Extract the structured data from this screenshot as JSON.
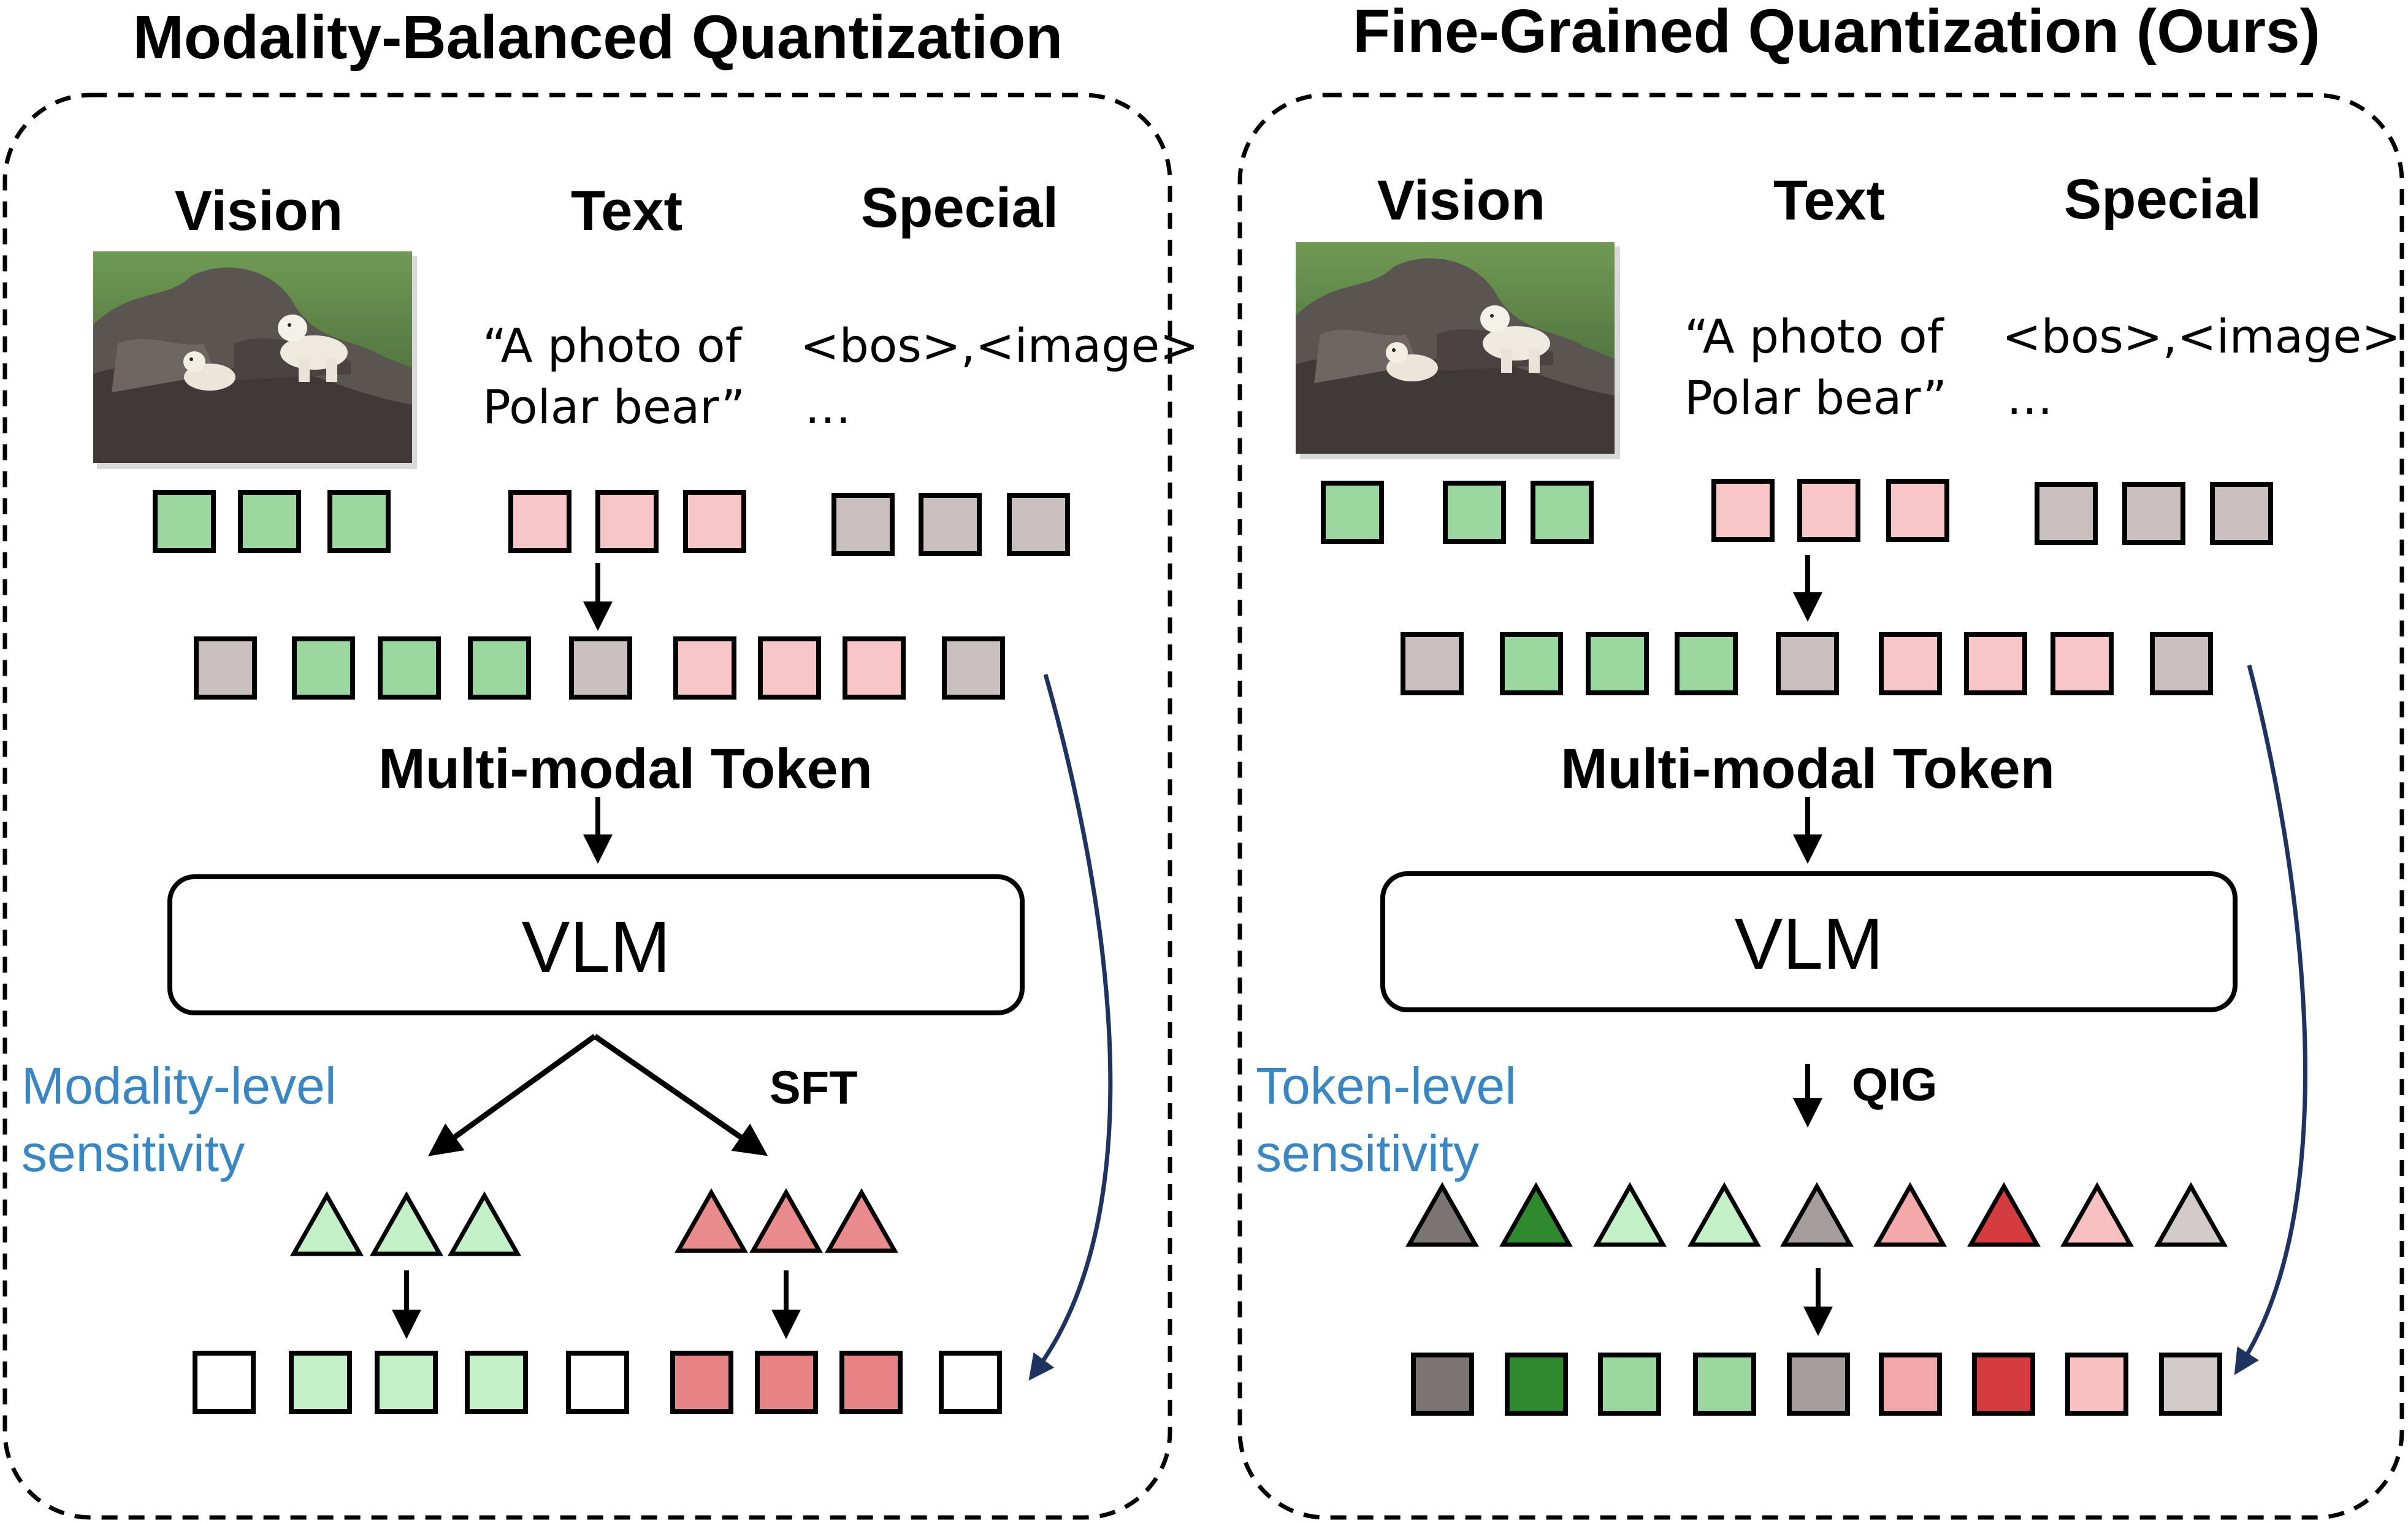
{
  "colors": {
    "vision": "#9bd89f",
    "text": "#f9c6c8",
    "special": "#c9bfbf",
    "frame": "#000000",
    "sensitivity_label": "#3a86c2",
    "curve": "#1f3360"
  },
  "left": {
    "title": "Modality-Balanced Quantization",
    "headers": {
      "vision": "Vision",
      "text": "Text",
      "special": "Special"
    },
    "quote_line1": "“A photo of",
    "quote_line2": "Polar bear”",
    "special_line1": "<bos>,<image>",
    "special_line2": "…",
    "token_label": "Multi-modal Token",
    "model": "VLM",
    "level_line1": "Modality-level",
    "level_line2": "sensitivity",
    "method": "SFT",
    "triangle_colors": [
      "#c3f0c6",
      "#c3f0c6",
      "#c3f0c6",
      "#e98a8d",
      "#e98a8d",
      "#e98a8d"
    ],
    "output_colors": [
      "#ffffff",
      "#c3f0c6",
      "#c3f0c6",
      "#c3f0c6",
      "#ffffff",
      "#e88385",
      "#e88385",
      "#e88385",
      "#ffffff"
    ]
  },
  "right": {
    "title": "Fine-Grained Quantization (Ours)",
    "headers": {
      "vision": "Vision",
      "text": "Text",
      "special": "Special"
    },
    "quote_line1": "“A photo of",
    "quote_line2": "Polar bear”",
    "special_line1": "<bos>,<image>",
    "special_line2": "…",
    "token_label": "Multi-modal Token",
    "model": "VLM",
    "level_line1": "Token-level",
    "level_line2": "sensitivity",
    "method": "QIG",
    "triangle_colors": [
      "#7a7474",
      "#2f8a2f",
      "#c3f0c6",
      "#c3f0c6",
      "#a39d9d",
      "#f3a8aa",
      "#d43c3f",
      "#f9c0c2",
      "#d3caca"
    ],
    "output_colors": [
      "#7a7474",
      "#2f8a2f",
      "#9bd89f",
      "#9bd89f",
      "#a39d9d",
      "#f3a8aa",
      "#d43c3f",
      "#f9c0c2",
      "#d3caca"
    ]
  },
  "image": {
    "subject": "polar bears on rocks",
    "icon": "photo-icon"
  }
}
